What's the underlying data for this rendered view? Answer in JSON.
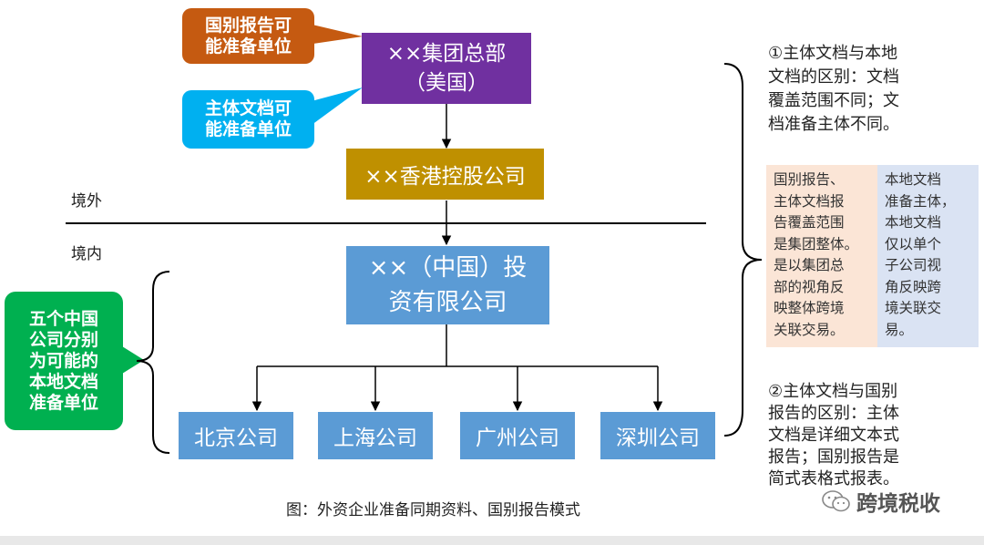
{
  "colors": {
    "purple": "#7030a0",
    "gold": "#bf9000",
    "blue_box": "#5b9bd5",
    "orange_callout": "#c55a11",
    "cyan_callout": "#00b0f0",
    "green_callout": "#00b050",
    "peach_panel": "#fbe5d6",
    "blue_panel": "#dae3f3"
  },
  "nodes": {
    "hq": "××集团总部\n（美国）",
    "hk": "××香港控股公司",
    "cn": "××（中国）投\n资有限公司",
    "beijing": "北京公司",
    "shanghai": "上海公司",
    "guangzhou": "广州公司",
    "shenzhen": "深圳公司"
  },
  "callouts": {
    "cbc": "国别报告可\n能准备单位",
    "master": "主体文档可\n能准备单位",
    "local": "五个中国\n公司分别\n为可能的\n本地文档\n准备单位"
  },
  "border_labels": {
    "outside": "境外",
    "inside": "境内"
  },
  "notes": {
    "note1": "①主体文档与本地\n文档的区别：文档\n覆盖范围不同；文\n档准备主体不同。",
    "panel_left": "国别报告、\n主体文档报\n告覆盖范围\n是集团整体。\n是以集团总\n部的视角反\n映整体跨境\n关联交易。",
    "panel_right": "本地文档\n准备主体，\n本地文档\n仅以单个\n子公司视\n角反映跨\n境关联交\n易。",
    "note2": "②主体文档与国别\n报告的区别：主体\n文档是详细文本式\n报告；国别报告是\n简式表格式报表。"
  },
  "caption": "图：外资企业准备同期资料、国别报告模式",
  "watermark": "跨境税收"
}
